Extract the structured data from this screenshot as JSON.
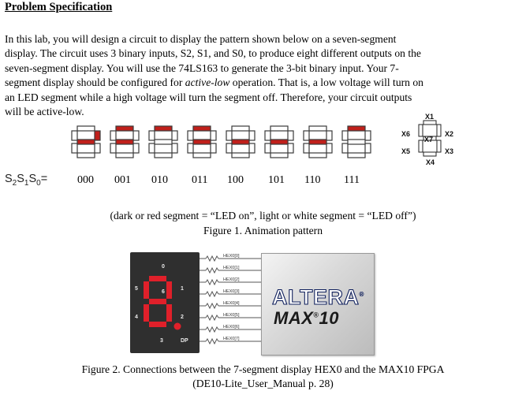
{
  "heading": "Problem Specification",
  "paragraph": {
    "text1": "In this lab, you will design a circuit to display the pattern shown below on a seven-segment\ndisplay. The circuit uses 3 binary inputs, S2, S1, and S0, to produce eight different outputs on the\nseven-segment display. You will use the 74LS163 to generate the 3-bit binary input. Your 7-\nsegment display should be configured for ",
    "emph": "active-low",
    "text2": " operation. That is, a low voltage will turn on\nan LED segment while a high voltage will turn the segment off. Therefore, your circuit outputs\nwill be active-low."
  },
  "figure1": {
    "select_label": {
      "base": "S",
      "s2": "2",
      "s1": "1",
      "s0": "0",
      "suffix": "="
    },
    "codes": [
      "000",
      "001",
      "010",
      "011",
      "100",
      "101",
      "110",
      "111"
    ],
    "patterns": [
      [
        "X2",
        "X7"
      ],
      [
        "X1",
        "X7"
      ],
      [
        "X1"
      ],
      [
        "X1",
        "X7"
      ],
      [
        "X7"
      ],
      [
        "X7"
      ],
      [
        "X7"
      ],
      [
        "X1"
      ]
    ],
    "legend_labels": [
      "X1",
      "X2",
      "X3",
      "X4",
      "X5",
      "X6",
      "X7"
    ],
    "colors": {
      "on": "#c0201b",
      "off": "#ffffff",
      "outline": "#3a3a3a"
    },
    "legend_text": "(dark or red segment = “LED on”, light or white segment = “LED off”)",
    "caption": "Figure 1. Animation pattern"
  },
  "figure2": {
    "segment_numbers": [
      "0",
      "1",
      "2",
      "3",
      "4",
      "5",
      "6",
      "DP"
    ],
    "signals": [
      "HEX0[0]",
      "HEX0[1]",
      "HEX0[2]",
      "HEX0[3]",
      "HEX0[4]",
      "HEX0[5]",
      "HEX0[6]",
      "HEX0[7]"
    ],
    "brand": "ALTERA",
    "product": "MAX",
    "product_sup": "10",
    "caption_line1": "Figure 2. Connections between the 7-segment display HEX0 and the MAX10 FPGA",
    "caption_line2": "(DE10-Lite_User_Manual p. 28)"
  }
}
